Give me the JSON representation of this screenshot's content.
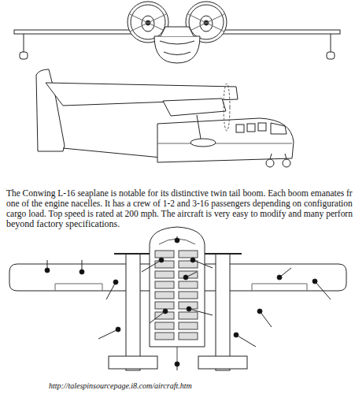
{
  "diagram": {
    "labels": [
      "The Conwing L-16 seaplane is notable for its distinctive twin tail boom. Each boom emanates fr",
      "one of the engine nacelles. It has a crew of 1-2 and 3-16 passengers depending on configuration",
      "cargo load. Top speed is rated at 200 mph. The aircraft is very easy to modify and many perforn",
      "beyond factory specifications.",
      "http://talespinsourcepage.i8.com/aircraft.htm"
    ]
  }
}
